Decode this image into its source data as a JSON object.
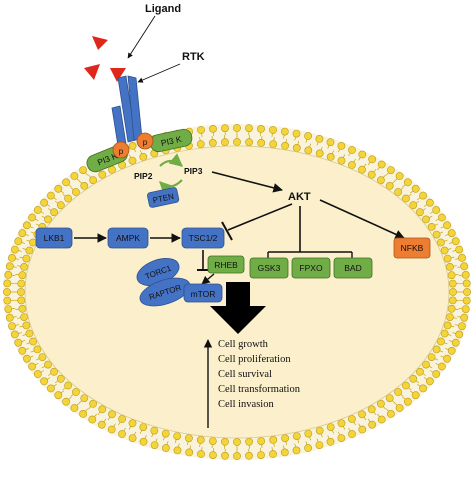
{
  "labels": {
    "ligand": "Ligand",
    "rtk": "RTK",
    "pi3k_right": "PI3 K",
    "pi3k_left": "PI3 K",
    "p1": "p",
    "p2": "p",
    "pip2": "PIP2",
    "pip3": "PIP3",
    "pten": "PTEN",
    "akt": "AKT",
    "lkb1": "LKB1",
    "ampk": "AMPK",
    "tsc12": "TSC1/2",
    "torc1": "TORC1",
    "raptor": "RAPTOR",
    "mtor": "mTOR",
    "rheb": "RHEB",
    "gsk3": "GSK3",
    "fpxo": "FPXO",
    "bad": "BAD",
    "nfkb": "NFKB"
  },
  "outcomes": [
    "Cell growth",
    "Cell proliferation",
    "Cell survival",
    "Cell transformation",
    "Cell invasion"
  ],
  "colors": {
    "membrane_fill": "#fbefcc",
    "lipid_head": "#f5d437",
    "blue_node": "#4472c4",
    "green_node": "#70ad47",
    "orange_node": "#ed7d31",
    "ligand_red": "#e0271b"
  }
}
